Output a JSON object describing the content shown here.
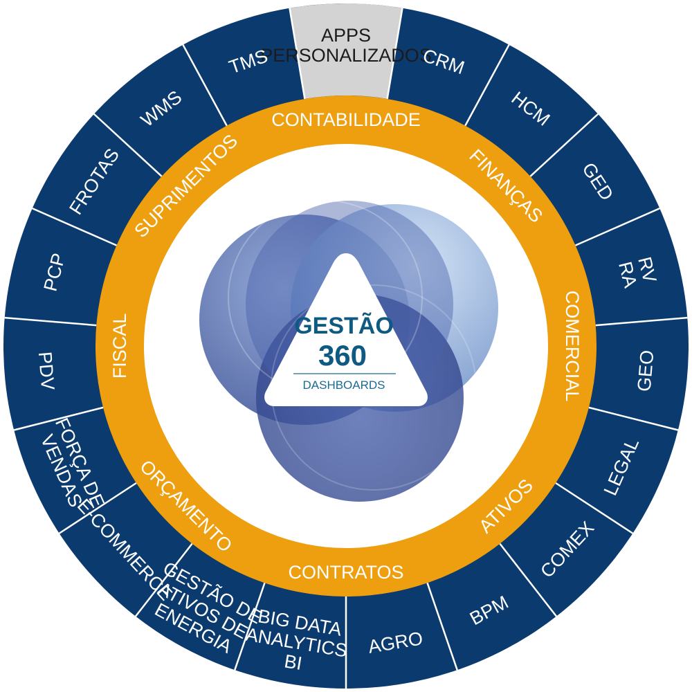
{
  "colors": {
    "outer_ring": "#0b3b6e",
    "highlight_segment": "#d3d3d3",
    "middle_ring": "#ee9f10",
    "inner_fill": "#ffffff",
    "spheres": [
      "#3f5aa3",
      "#5f86c4",
      "#9ebfe6",
      "#3a4f97"
    ],
    "brand_text": "#0f5a82"
  },
  "center": {
    "title": "GESTÃO",
    "number": "360",
    "subtitle": "DASHBOARDS",
    "icon": "triangle-logo-icon"
  },
  "outer_ring": {
    "segments": [
      {
        "lines": [
          "APPS",
          "PERSONALIZADOS"
        ],
        "highlight": true
      },
      {
        "lines": [
          "CRM"
        ]
      },
      {
        "lines": [
          "HCM"
        ]
      },
      {
        "lines": [
          "GED"
        ]
      },
      {
        "lines": [
          "RV",
          "RA"
        ]
      },
      {
        "lines": [
          "GEO"
        ]
      },
      {
        "lines": [
          "LEGAL"
        ]
      },
      {
        "lines": [
          "COMEX"
        ]
      },
      {
        "lines": [
          "BPM"
        ]
      },
      {
        "lines": [
          "AGRO"
        ]
      },
      {
        "lines": [
          "BIG DATA",
          "ANALYTICS",
          "BI"
        ]
      },
      {
        "lines": [
          "GESTÃO DE",
          "ATIVOS DE",
          "ENERGIA"
        ]
      },
      {
        "lines": [
          "E-COMMERCE"
        ]
      },
      {
        "lines": [
          "FORÇA DE",
          "VENDAS"
        ]
      },
      {
        "lines": [
          "PDV"
        ]
      },
      {
        "lines": [
          "PCP"
        ]
      },
      {
        "lines": [
          "FROTAS"
        ]
      },
      {
        "lines": [
          "WMS"
        ]
      },
      {
        "lines": [
          "TMS"
        ]
      }
    ]
  },
  "middle_ring": {
    "labels": [
      "CONTABILIDADE",
      "FINANÇAS",
      "COMERCIAL",
      "ATIVOS",
      "CONTRATOS",
      "ORÇAMENTO",
      "FISCAL",
      "SUPRIMENTOS"
    ]
  }
}
